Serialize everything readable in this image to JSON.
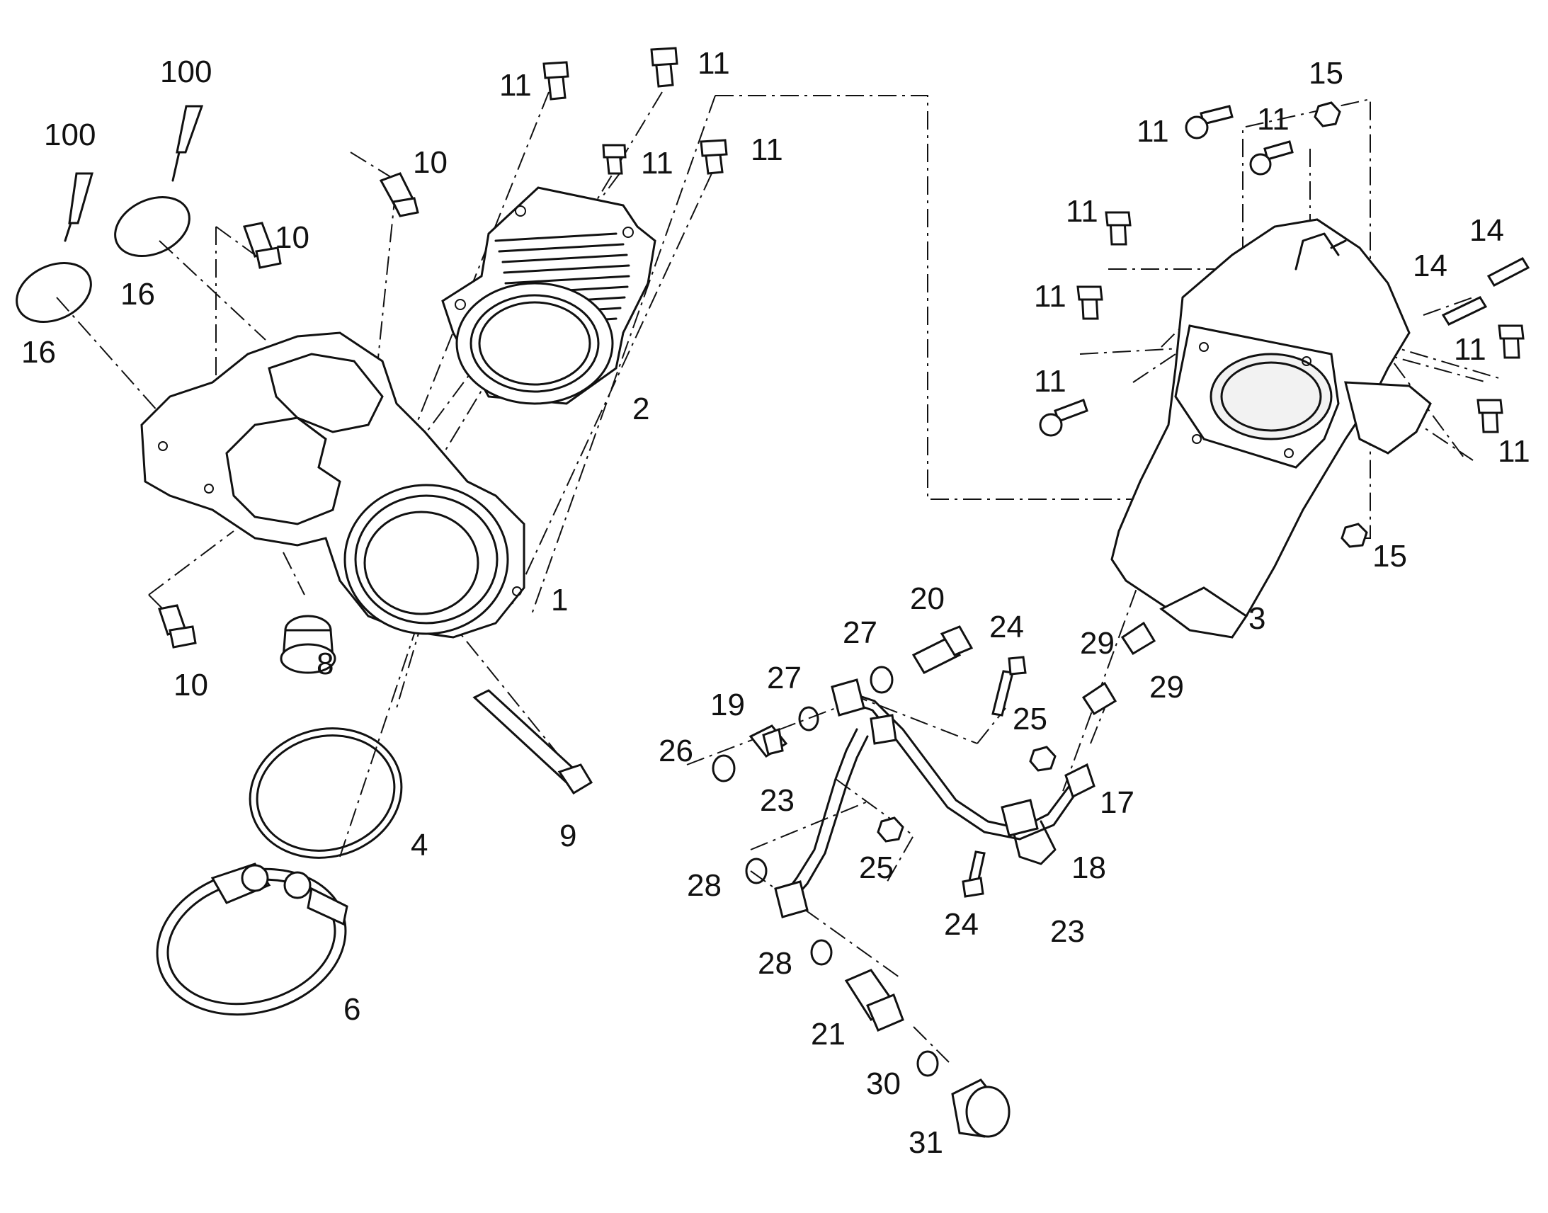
{
  "callouts": {
    "c1": "1",
    "c2": "2",
    "c3": "3",
    "c4": "4",
    "c6": "6",
    "c8": "8",
    "c9": "9",
    "c10a": "10",
    "c10b": "10",
    "c10c": "10",
    "c11a": "11",
    "c11b": "11",
    "c11c": "11",
    "c11d": "11",
    "c11e": "11",
    "c11f": "11",
    "c11g": "11",
    "c11h": "11",
    "c11i": "11",
    "c11j": "11",
    "c11k": "11",
    "c14a": "14",
    "c14b": "14",
    "c15a": "15",
    "c15b": "15",
    "c16a": "16",
    "c16b": "16",
    "c17": "17",
    "c18": "18",
    "c19": "19",
    "c20": "20",
    "c21": "21",
    "c23a": "23",
    "c23b": "23",
    "c24a": "24",
    "c24b": "24",
    "c25a": "25",
    "c25b": "25",
    "c26": "26",
    "c27a": "27",
    "c27b": "27",
    "c28a": "28",
    "c28b": "28",
    "c29a": "29",
    "c29b": "29",
    "c30": "30",
    "c31": "31",
    "c100a": "100",
    "c100b": "100"
  }
}
